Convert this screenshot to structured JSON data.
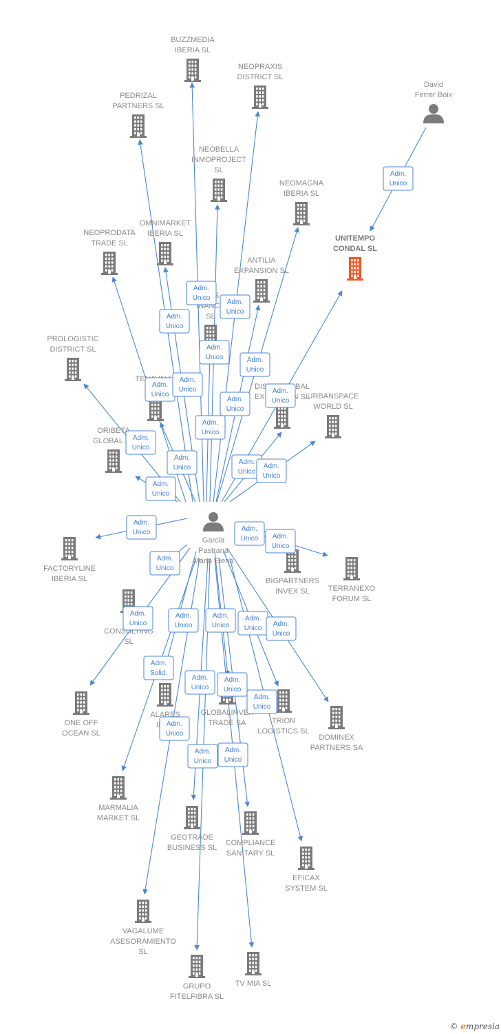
{
  "colors": {
    "edge": "#4a86d8",
    "company": "#7b7b7b",
    "focus_company": "#f05a28",
    "person": "#7b7b7b",
    "label": "#8a8a8a",
    "box_border": "#4a86d8",
    "box_text": "#3f7fd4"
  },
  "persons": [
    {
      "id": "garcia",
      "label": [
        "Garcia",
        "Pastrana",
        "Maria Elena"
      ]
    },
    {
      "id": "david",
      "label": [
        "David",
        "Ferrer Boix"
      ]
    }
  ],
  "companies": [
    {
      "id": "buzzmedia",
      "label": [
        "BUZZMEDIA",
        "IBERIA SL"
      ]
    },
    {
      "id": "neopraxis",
      "label": [
        "NEOPRAXIS",
        "DISTRICT SL"
      ]
    },
    {
      "id": "pedrizal",
      "label": [
        "PEDRIZAL",
        "PARTNERS SL"
      ]
    },
    {
      "id": "neobella",
      "label": [
        "NEOBELLA",
        "INMOPROJECT",
        "SL"
      ]
    },
    {
      "id": "neomagna",
      "label": [
        "NEOMAGNA",
        "IBERIA SL"
      ]
    },
    {
      "id": "unitempo",
      "label": [
        "UNITEMPO",
        "CONDAL SL"
      ],
      "focus": true
    },
    {
      "id": "neoprodata",
      "label": [
        "NEOPRODATA",
        "TRADE SL"
      ]
    },
    {
      "id": "omnimarket",
      "label": [
        "OMNIMARKET",
        "IBERIA SL"
      ]
    },
    {
      "id": "antilia",
      "label": [
        "ANTILIA",
        "EXPANSION SL"
      ]
    },
    {
      "id": "finance",
      "label": [
        "TIES",
        "INANCE",
        "SL"
      ]
    },
    {
      "id": "prologistic",
      "label": [
        "PROLOGISTIC",
        "DISTRICT SL"
      ]
    },
    {
      "id": "tenavalia",
      "label": [
        "TENAVALIA",
        "IBER"
      ]
    },
    {
      "id": "distriglobal",
      "label": [
        "DISTRIGLOBAL",
        "EXPANSION SL"
      ]
    },
    {
      "id": "urbanspace",
      "label": [
        "URBANSPACE",
        "WORLD SL"
      ]
    },
    {
      "id": "oribeta",
      "label": [
        "ORIBETA",
        "GLOBAL SL"
      ]
    },
    {
      "id": "factoryline",
      "label": [
        "FACTORYLINE",
        "IBERIA SL"
      ]
    },
    {
      "id": "bigpartners",
      "label": [
        "BIGPARTNERS",
        "INVEX SL"
      ]
    },
    {
      "id": "terranexo",
      "label": [
        "TERRANEXO",
        "FORUM SL"
      ]
    },
    {
      "id": "inconsulting",
      "label": [
        "INA",
        "CONSULTING",
        "SL"
      ]
    },
    {
      "id": "oneoff",
      "label": [
        "ONE OFF",
        "OCEAN SL"
      ]
    },
    {
      "id": "alares",
      "label": [
        "ALARES",
        "IBER"
      ]
    },
    {
      "id": "globalinvex",
      "label": [
        "GLOBALINVEX",
        "TRADE SA"
      ]
    },
    {
      "id": "trion",
      "label": [
        "TRION",
        "LOGISTICS SL"
      ]
    },
    {
      "id": "dominex",
      "label": [
        "DOMINEX",
        "PARTNERS SA"
      ]
    },
    {
      "id": "marmalia",
      "label": [
        "MARMALIA",
        "MARKET SL"
      ]
    },
    {
      "id": "geotrade",
      "label": [
        "GEOTRADE",
        "BUSINESS SL"
      ]
    },
    {
      "id": "compliance",
      "label": [
        "COMPLIANCE",
        "SANITARY SL"
      ]
    },
    {
      "id": "eficax",
      "label": [
        "EFICAX",
        "SYSTEM SL"
      ]
    },
    {
      "id": "vagalume",
      "label": [
        "VAGALUME",
        "ASESORAMIENTO",
        "SL"
      ]
    },
    {
      "id": "grupo",
      "label": [
        "GRUPO",
        "FITELFIBRA SL"
      ]
    },
    {
      "id": "tvmia",
      "label": [
        "TV MIA SL"
      ]
    }
  ],
  "edges": [
    {
      "from": "garcia",
      "to": "buzzmedia",
      "role": [
        "Adm.",
        "Unico"
      ]
    },
    {
      "from": "garcia",
      "to": "neopraxis",
      "role": [
        "Adm.",
        "Unico"
      ]
    },
    {
      "from": "garcia",
      "to": "pedrizal",
      "role": [
        "Adm.",
        "Unico"
      ]
    },
    {
      "from": "garcia",
      "to": "neobella",
      "role": [
        "Adm.",
        "Unico"
      ]
    },
    {
      "from": "garcia",
      "to": "neomagna",
      "role": [
        "Adm.",
        "Unico"
      ]
    },
    {
      "from": "david",
      "to": "unitempo",
      "role": [
        "Adm.",
        "Unico"
      ]
    },
    {
      "from": "garcia",
      "to": "unitempo",
      "role": [
        "Adm.",
        "Unico"
      ]
    },
    {
      "from": "garcia",
      "to": "neoprodata",
      "role": [
        "Adm.",
        "Unico"
      ]
    },
    {
      "from": "garcia",
      "to": "omnimarket",
      "role": [
        "Adm.",
        "Unico"
      ]
    },
    {
      "from": "garcia",
      "to": "antilia",
      "role": [
        "Adm.",
        "Unico"
      ]
    },
    {
      "from": "garcia",
      "to": "finance",
      "role": [
        "Adm.",
        "Unico"
      ]
    },
    {
      "from": "garcia",
      "to": "prologistic",
      "role": [
        "Adm.",
        "Unico"
      ]
    },
    {
      "from": "garcia",
      "to": "tenavalia",
      "role": [
        "Adm.",
        "Unico"
      ]
    },
    {
      "from": "garcia",
      "to": "distriglobal",
      "role": [
        "Adm.",
        "Unico"
      ]
    },
    {
      "from": "garcia",
      "to": "urbanspace",
      "role": [
        "Adm.",
        "Unico"
      ]
    },
    {
      "from": "garcia",
      "to": "oribeta",
      "role": [
        "Adm.",
        "Unico"
      ]
    },
    {
      "from": "garcia",
      "to": "factoryline",
      "role": [
        "Adm.",
        "Unico"
      ]
    },
    {
      "from": "garcia",
      "to": "bigpartners",
      "role": [
        "Adm.",
        "Unico"
      ]
    },
    {
      "from": "garcia",
      "to": "terranexo",
      "role": [
        "Adm.",
        "Unico"
      ]
    },
    {
      "from": "garcia",
      "to": "inconsulting",
      "role": [
        "Adm.",
        "Unico"
      ]
    },
    {
      "from": "garcia",
      "to": "oneoff",
      "role": [
        "Adm.",
        "Unico"
      ]
    },
    {
      "from": "garcia",
      "to": "alares",
      "role": [
        "Adm.",
        "Solid."
      ]
    },
    {
      "from": "garcia",
      "to": "globalinvex",
      "role": [
        "Adm.",
        "Unico"
      ]
    },
    {
      "from": "garcia",
      "to": "trion",
      "role": [
        "Adm.",
        "Unico"
      ]
    },
    {
      "from": "garcia",
      "to": "dominex",
      "role": [
        "Adm.",
        "Unico"
      ]
    },
    {
      "from": "garcia",
      "to": "marmalia",
      "role": [
        "Adm.",
        "Unico"
      ]
    },
    {
      "from": "garcia",
      "to": "geotrade",
      "role": [
        "Adm.",
        "Unico"
      ]
    },
    {
      "from": "garcia",
      "to": "compliance",
      "role": [
        "Adm.",
        "Unico"
      ]
    },
    {
      "from": "garcia",
      "to": "eficax",
      "role": [
        "Adm.",
        "Unico"
      ]
    },
    {
      "from": "garcia",
      "to": "vagalume",
      "role": [
        "Adm.",
        "Unico"
      ]
    },
    {
      "from": "garcia",
      "to": "grupo",
      "role": [
        "Adm.",
        "Unico"
      ]
    },
    {
      "from": "garcia",
      "to": "tvmia",
      "role": [
        "Adm.",
        "Unico"
      ]
    }
  ],
  "footer": {
    "copyright": "©",
    "brand_initial": "e",
    "brand_rest": "mpresia"
  }
}
